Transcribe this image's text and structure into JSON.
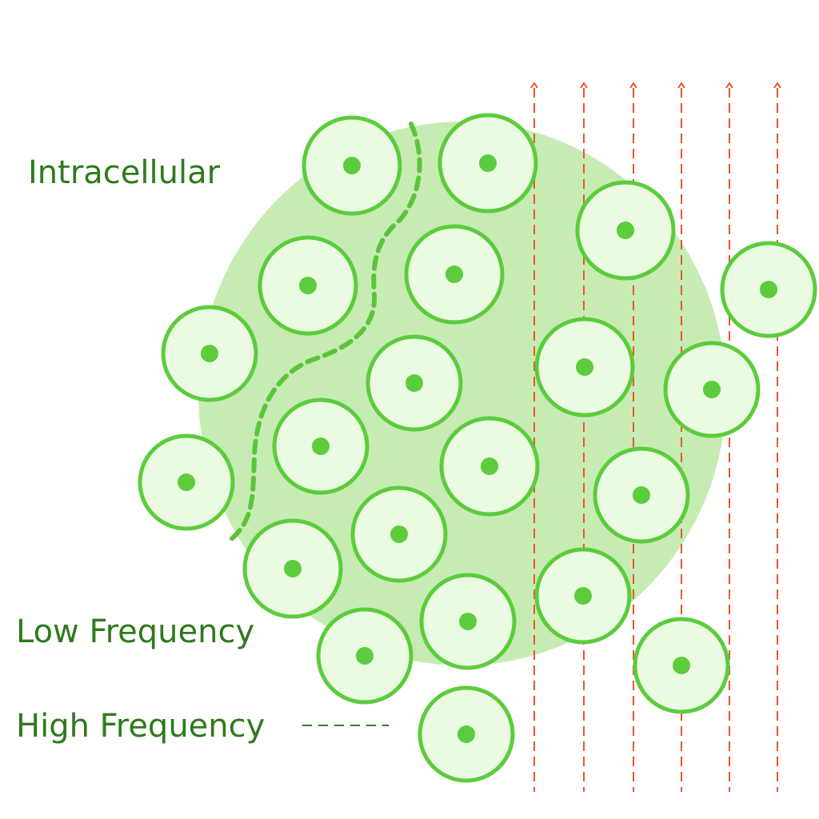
{
  "labels": {
    "intracellular": "Intracellular",
    "low_frequency": "Low Frequency",
    "high_frequency": "High Frequency"
  },
  "colors": {
    "tissue": "#c6ecb4",
    "cell_fill": "#eafbe2",
    "cell_stroke": "#5ccc3c",
    "nucleus": "#5ccc3c",
    "low_freq_path": "#5cc43c",
    "high_freq_lines": "#f0552a",
    "text": "#2f7a1c"
  }
}
